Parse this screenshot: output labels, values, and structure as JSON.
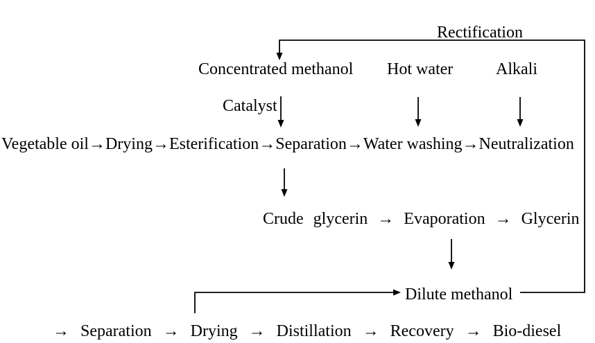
{
  "colors": {
    "ink": "#000000",
    "background": "#ffffff"
  },
  "labels": {
    "rectification": "Rectification",
    "concentrated_methanol": "Concentrated methanol",
    "hot_water": "Hot water",
    "alkali": "Alkali",
    "catalyst": "Catalyst",
    "main_row": "Vegetable oil→Drying→Esterification→Separation→Water washing→Neutralization",
    "glycerin_row": "Crude glycerin → Evaporation → Glycerin",
    "dilute_methanol": "Dilute methanol",
    "bottom_row": "→ Separation → Drying → Distillation → Recovery → Bio-diesel"
  }
}
